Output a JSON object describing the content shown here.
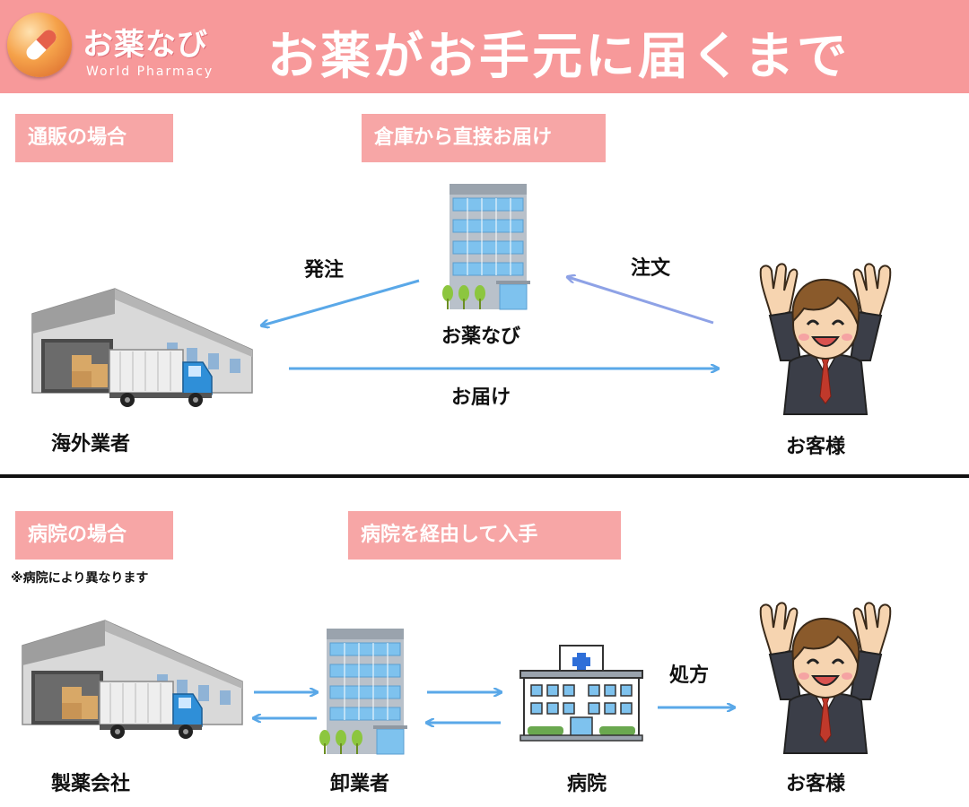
{
  "header": {
    "logo_name": "お薬なび",
    "logo_sub": "World Pharmacy",
    "title": "お薬がお手元に届くまで"
  },
  "mailorder": {
    "tag": "通販の場合",
    "route_tag": "倉庫から直接お届け",
    "nodes": {
      "supplier": "海外業者",
      "pharmacy": "お薬なび",
      "customer": "お客様"
    },
    "arrows": {
      "order_out": "発注",
      "order_in": "注文",
      "delivery": "お届け"
    }
  },
  "hospital": {
    "tag": "病院の場合",
    "route_tag": "病院を経由して入手",
    "note": "※病院により異なります",
    "nodes": {
      "maker": "製薬会社",
      "wholesaler": "卸業者",
      "hospital": "病院",
      "customer": "お客様"
    },
    "arrows": {
      "prescription": "処方"
    }
  },
  "colors": {
    "header_bg": "#f7999a",
    "tag_bg": "#f7a6a6",
    "arrow_blue": "#5aa8e8",
    "arrow_lavender": "#8ea2e6"
  },
  "icons": [
    "logo-icon",
    "warehouse-icon",
    "truck-icon",
    "office-building-icon",
    "hospital-building-icon",
    "customer-cheering-icon"
  ]
}
